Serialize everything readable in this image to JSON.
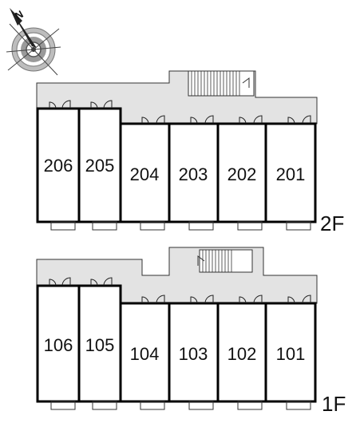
{
  "compass": {
    "north_letter": "N",
    "icon": "compass-rose-icon"
  },
  "floors": [
    {
      "id": "2F",
      "label": "2F",
      "units": [
        "206",
        "205",
        "204",
        "203",
        "202",
        "201"
      ]
    },
    {
      "id": "1F",
      "label": "1F",
      "units": [
        "106",
        "105",
        "104",
        "103",
        "102",
        "101"
      ]
    }
  ],
  "colors": {
    "corridor": "#e3e3e3",
    "wall": "#111111",
    "background": "#ffffff"
  }
}
